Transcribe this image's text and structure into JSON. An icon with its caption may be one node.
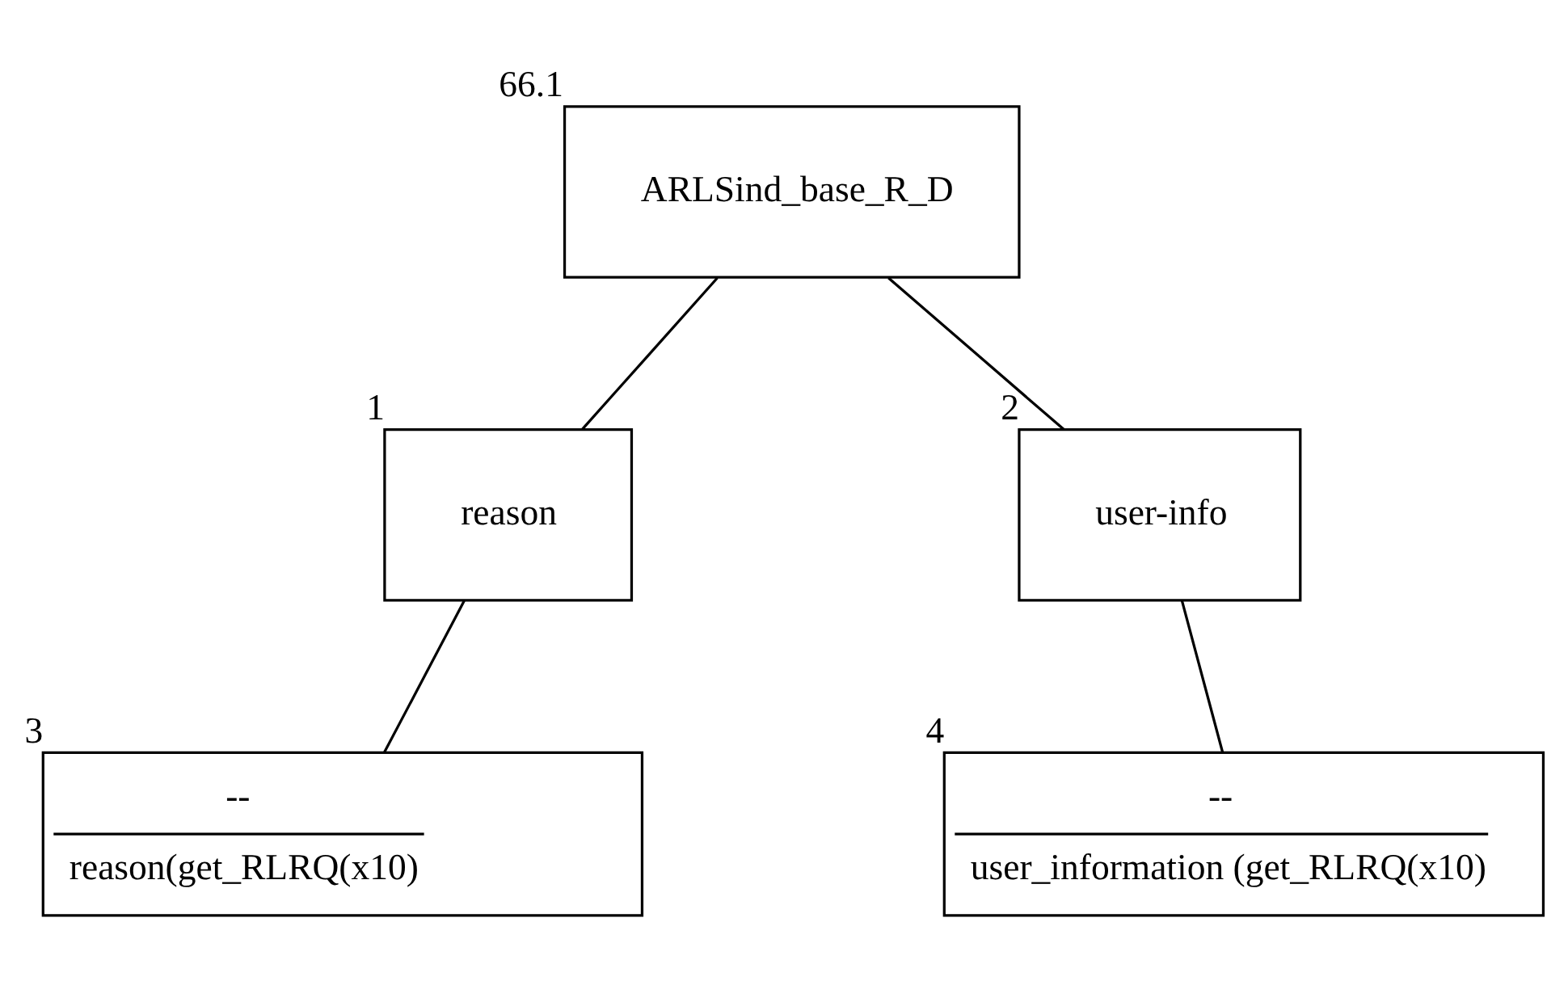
{
  "diagram": {
    "nodes": [
      {
        "text": [
          "ARLSind_base_R_D"
        ],
        "beside": [
          "66.1"
        ]
      },
      {
        "text": [
          "reason"
        ],
        "beside": [
          "1"
        ]
      },
      {
        "text": [
          "user-info"
        ],
        "beside": [
          "2"
        ]
      },
      {
        "text": [
          "--",
          "reason(get_RLRQ(x10)"
        ],
        "beside": [
          "3"
        ]
      },
      {
        "text": [
          "--",
          "user_information (get_RLRQ(x10)"
        ],
        "beside": [
          "4"
        ]
      }
    ],
    "edges": [
      {
        "from": 0,
        "to": 1,
        "arrow": "none"
      },
      {
        "from": 0,
        "to": 2,
        "arrow": "none"
      },
      {
        "from": 1,
        "to": 3,
        "arrow": "none"
      },
      {
        "from": 2,
        "to": 4,
        "arrow": "none"
      }
    ]
  }
}
